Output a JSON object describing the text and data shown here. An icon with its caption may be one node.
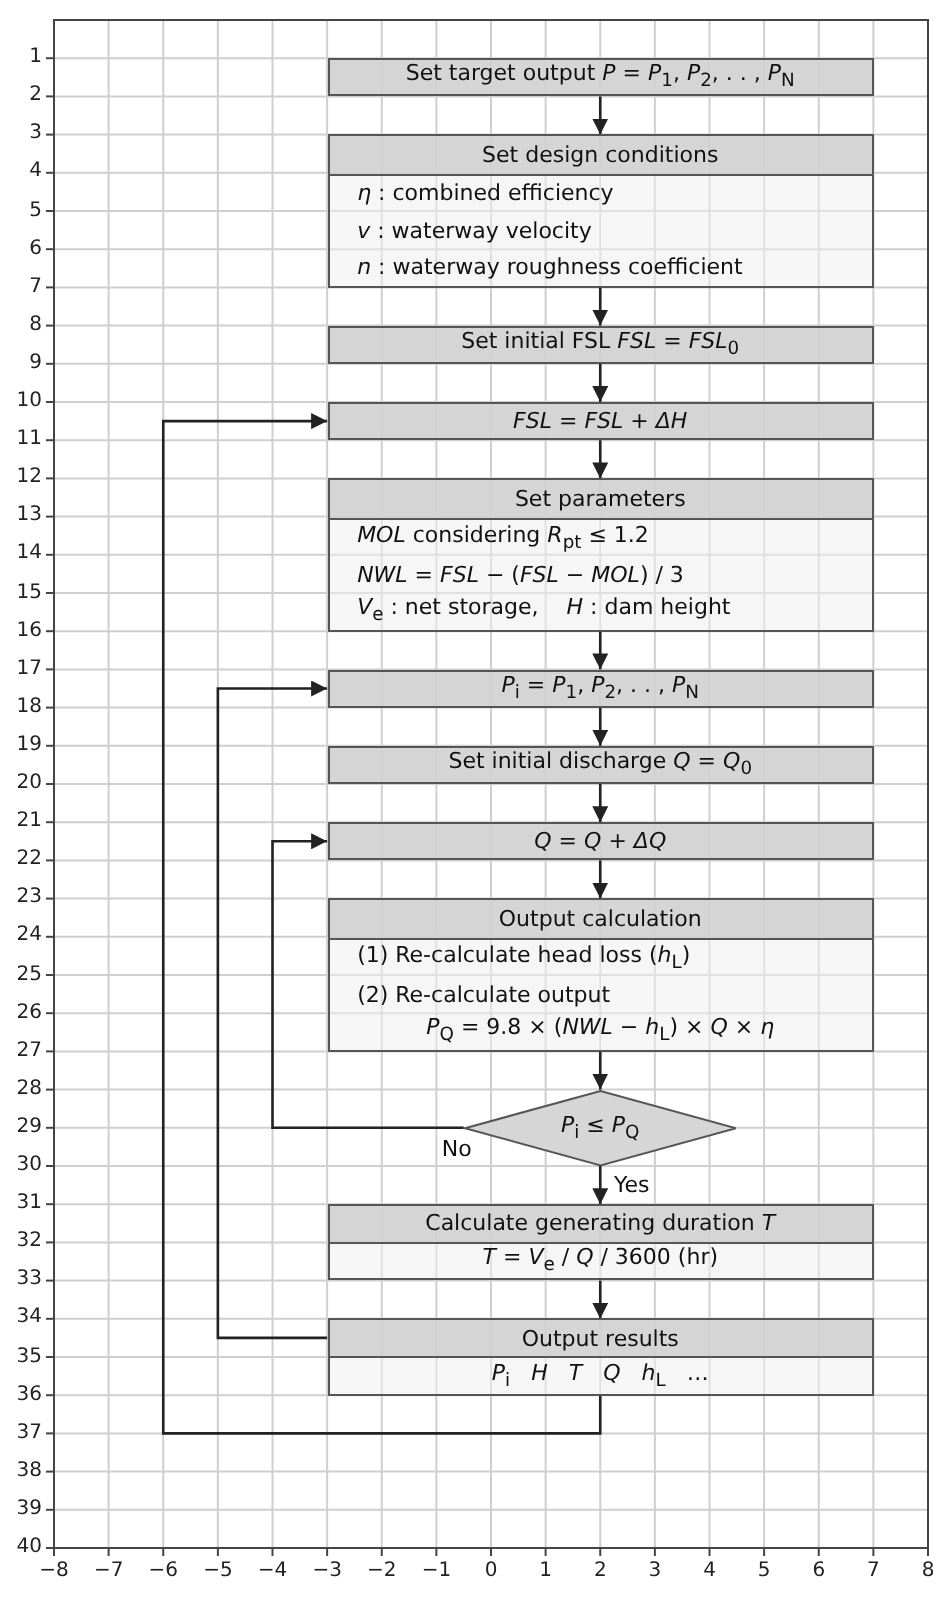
{
  "diagram": {
    "nodes": [
      {
        "text": [
          "Set target output *P* = *P*$_{1}$, *P*$_{2}$, . . , *P*$_{N}$"
        ]
      },
      {
        "text": [
          "Set design conditions",
          "*η* : combined efficiency",
          "*v* : waterway velocity",
          "*n* : waterway roughness coefficient"
        ]
      },
      {
        "text": [
          "Set initial FSL *FSL* = *FSL*$_{0}$"
        ]
      },
      {
        "text": [
          "*FSL* = *FSL* + *ΔH*"
        ]
      },
      {
        "text": [
          "Set parameters",
          "*MOL* considering *R*$_{pt}$ ≤ 1.2",
          "*NWL* = *FSL* − (*FSL* − *MOL*) / 3",
          "*V*$_{e}$ : net storage,    *H* : dam height"
        ]
      },
      {
        "text": [
          "*P*$_{i}$ = *P*$_{1}$, *P*$_{2}$, . . , *P*$_{N}$"
        ]
      },
      {
        "text": [
          "Set initial discharge *Q* = *Q*$_{0}$"
        ]
      },
      {
        "text": [
          "*Q* = *Q* + *ΔQ*"
        ]
      },
      {
        "text": [
          "Output calculation",
          "(1) Re-calculate head loss (*h*$_{L}$)",
          "(2) Re-calculate output",
          "*P*$_{Q}$ = 9.8 × (*NWL* − *h*$_{L}$) × *Q* × *η*"
        ]
      },
      {
        "text": [
          "*P*$_{i}$ ≤ *P*$_{Q}$"
        ]
      },
      {
        "text": [
          "Calculate generating duration *T*",
          "*T* = *V*$_{e}$ / *Q* / 3600 (hr)"
        ]
      },
      {
        "text": [
          "Output results",
          "*P*$_{i}$   *H*   *T*   *Q*   *h*$_{L}$   …"
        ]
      }
    ],
    "edges": [
      {
        "from": 0,
        "to": 1,
        "arrow": "to"
      },
      {
        "from": 1,
        "to": 2,
        "arrow": "to"
      },
      {
        "from": 2,
        "to": 3,
        "arrow": "to"
      },
      {
        "from": 3,
        "to": 4,
        "arrow": "to"
      },
      {
        "from": 4,
        "to": 5,
        "arrow": "to"
      },
      {
        "from": 5,
        "to": 6,
        "arrow": "to"
      },
      {
        "from": 6,
        "to": 7,
        "arrow": "to"
      },
      {
        "from": 7,
        "to": 8,
        "arrow": "to"
      },
      {
        "from": 8,
        "to": 9,
        "arrow": "to"
      },
      {
        "from": 9,
        "to": 10,
        "arrow": "to",
        "label": "Yes"
      },
      {
        "from": 10,
        "to": 11,
        "arrow": "to"
      },
      {
        "from": 9,
        "to": 7,
        "arrow": "to",
        "label": "No"
      },
      {
        "from": 11,
        "to": 5,
        "arrow": "to"
      },
      {
        "from": 11,
        "to": 3,
        "arrow": "to"
      }
    ],
    "labels": [
      "1",
      "2",
      "3",
      "4",
      "5",
      "6",
      "7",
      "8",
      "9",
      "10",
      "11",
      "12",
      "13",
      "14",
      "15",
      "16",
      "17",
      "18",
      "19",
      "20",
      "21",
      "22",
      "23",
      "24",
      "25",
      "26",
      "27",
      "28",
      "29",
      "30",
      "31",
      "32",
      "33",
      "34",
      "35",
      "36",
      "37",
      "38",
      "39",
      "40",
      "−8",
      "−7",
      "−6",
      "−5",
      "−4",
      "−3",
      "−2",
      "−1",
      "0",
      "1",
      "2",
      "3",
      "4",
      "5",
      "6",
      "7",
      "8"
    ]
  }
}
